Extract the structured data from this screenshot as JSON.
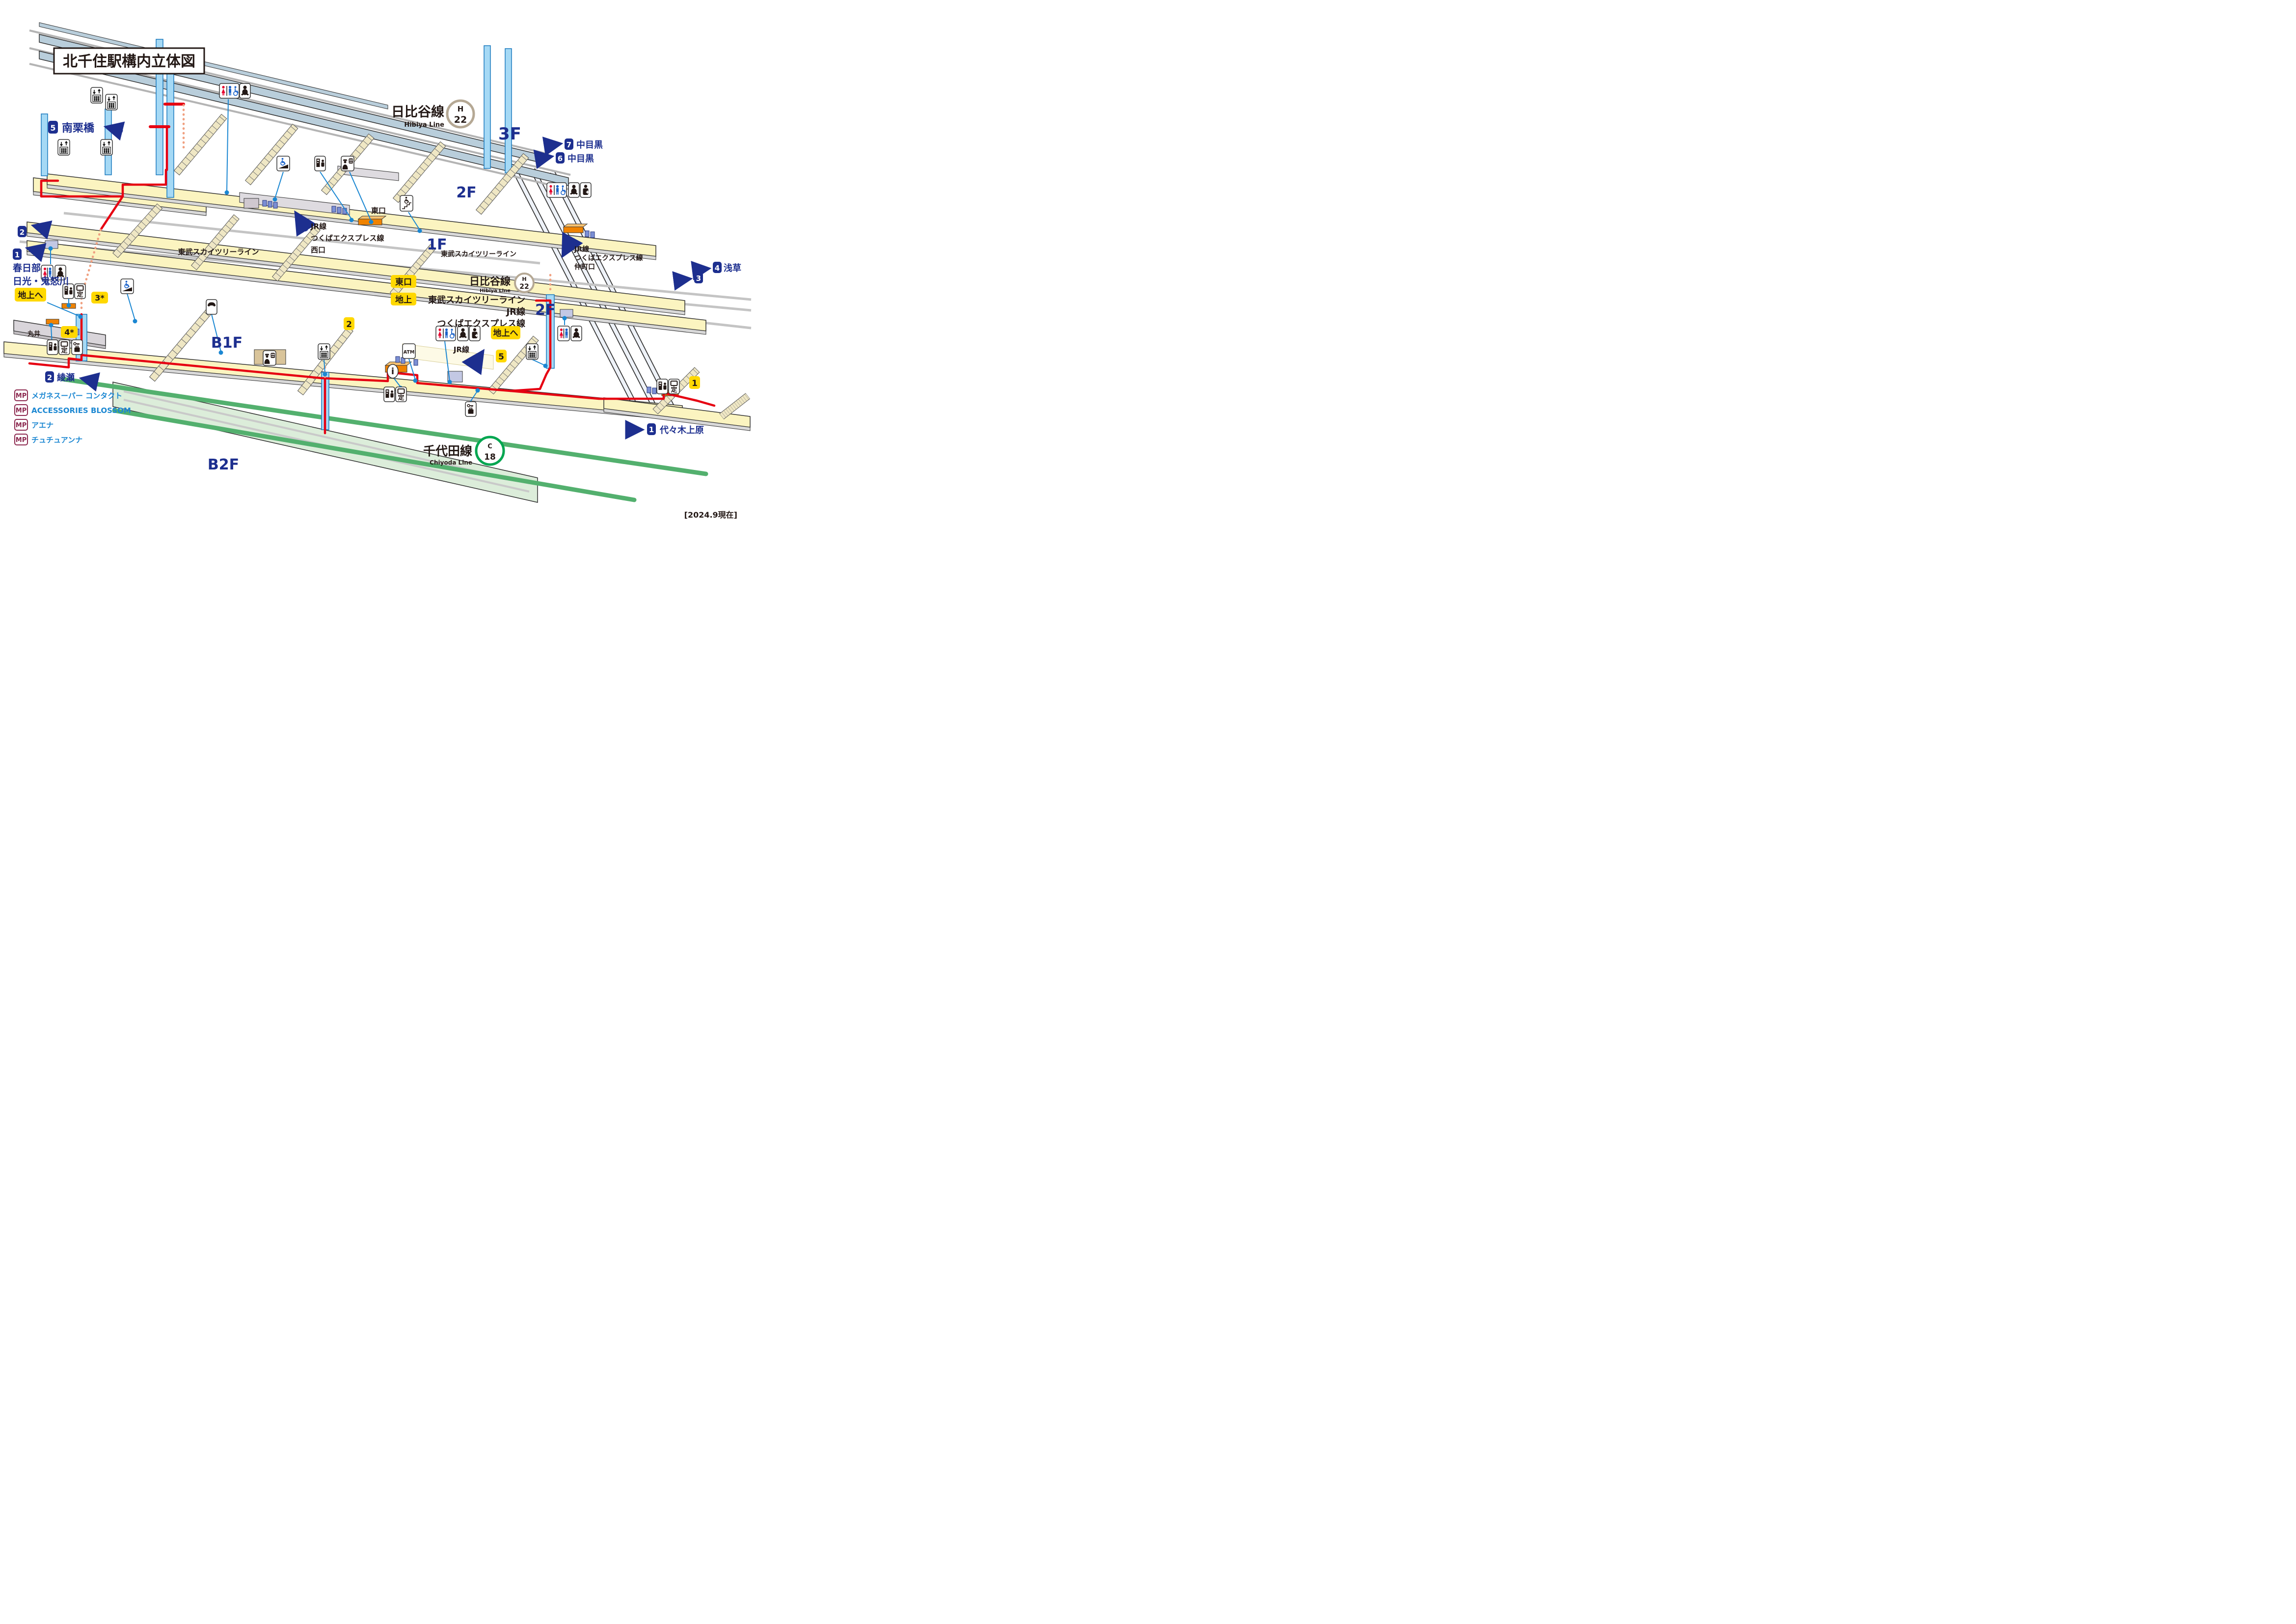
{
  "title": "北千住駅構内立体図",
  "updated": "[2024.9現在]",
  "floors": {
    "f3": "3F",
    "f2_left": "2F",
    "f2_right": "2F",
    "f1": "1F",
    "b1": "B1F",
    "b2": "B2F"
  },
  "hibiya_top": {
    "name": "日比谷線",
    "en": "Hibiya Line",
    "letter": "H",
    "number": "22"
  },
  "hibiya_mid": {
    "name": "日比谷線",
    "en": "Hibiya Line",
    "letter": "H",
    "number": "22"
  },
  "chiyoda": {
    "name": "千代田線",
    "en": "Chiyoda Line",
    "letter": "C",
    "number": "18"
  },
  "line_labels": {
    "tobu_1f_left": "東武スカイツリーライン",
    "tobu_1f_mid": "東武スカイツリーライン",
    "tobu_mid": "東武スカイツリーライン",
    "jr_mid": "JR線",
    "tx_mid": "つくばエクスプレス線",
    "jr_b1f": "JR線"
  },
  "west_gate": {
    "line1": "JR線",
    "line2": "つくばエクスプレス線",
    "line3": "西口"
  },
  "nakacho_gate": {
    "line1": "JR線",
    "line2": "つくばエクスプレス線",
    "line3": "仲町口"
  },
  "east_gate_label": "東口",
  "platforms": {
    "p5": {
      "no": "5",
      "dest": "南栗橋"
    },
    "p7": {
      "no": "7",
      "dest": "中目黒"
    },
    "p6": {
      "no": "6",
      "dest": "中目黒"
    },
    "p2_tobu": {
      "no": "2"
    },
    "p1_tobu": {
      "no": "1",
      "dest_line1": "春日部",
      "dest_line2": "日光・鬼怒川"
    },
    "p4": {
      "no": "4",
      "dest": "浅草"
    },
    "p3": {
      "no": "3"
    },
    "p2_chiyoda": {
      "no": "2",
      "dest": "綾瀬"
    },
    "p1_chiyoda": {
      "no": "1",
      "dest": "代々木上原"
    }
  },
  "badges": {
    "to_ground_left": "地上へ",
    "to_ground_right": "地上へ",
    "east": "東口",
    "ground": "地上",
    "gate3": "3*",
    "gate4": "4*",
    "gate2": "2",
    "gate5": "5",
    "gate1": "1"
  },
  "labels": {
    "marui": "丸井",
    "atm": "ATM",
    "info": "i",
    "teiki": "定"
  },
  "shops": {
    "badge": "MP",
    "items": [
      {
        "name": "メガネスーパー コンタクト"
      },
      {
        "name": "ACCESSORIES BLOSSOM"
      },
      {
        "name": "アエナ"
      },
      {
        "name": "チュチュアンナ"
      }
    ]
  },
  "colors": {
    "route_red": "#e60012",
    "floor_yellow": "#fbf4c0",
    "deck_blue": "#b9cedb",
    "b2f_green": "#53b06e",
    "accent_blue": "#1d2f8f",
    "badge_yellow": "#ffd800",
    "hibiya_ring": "#b5a894",
    "chiyoda_green": "#00a650",
    "shop_badge": "#8d2a50",
    "callout_blue": "#1b87d2"
  }
}
